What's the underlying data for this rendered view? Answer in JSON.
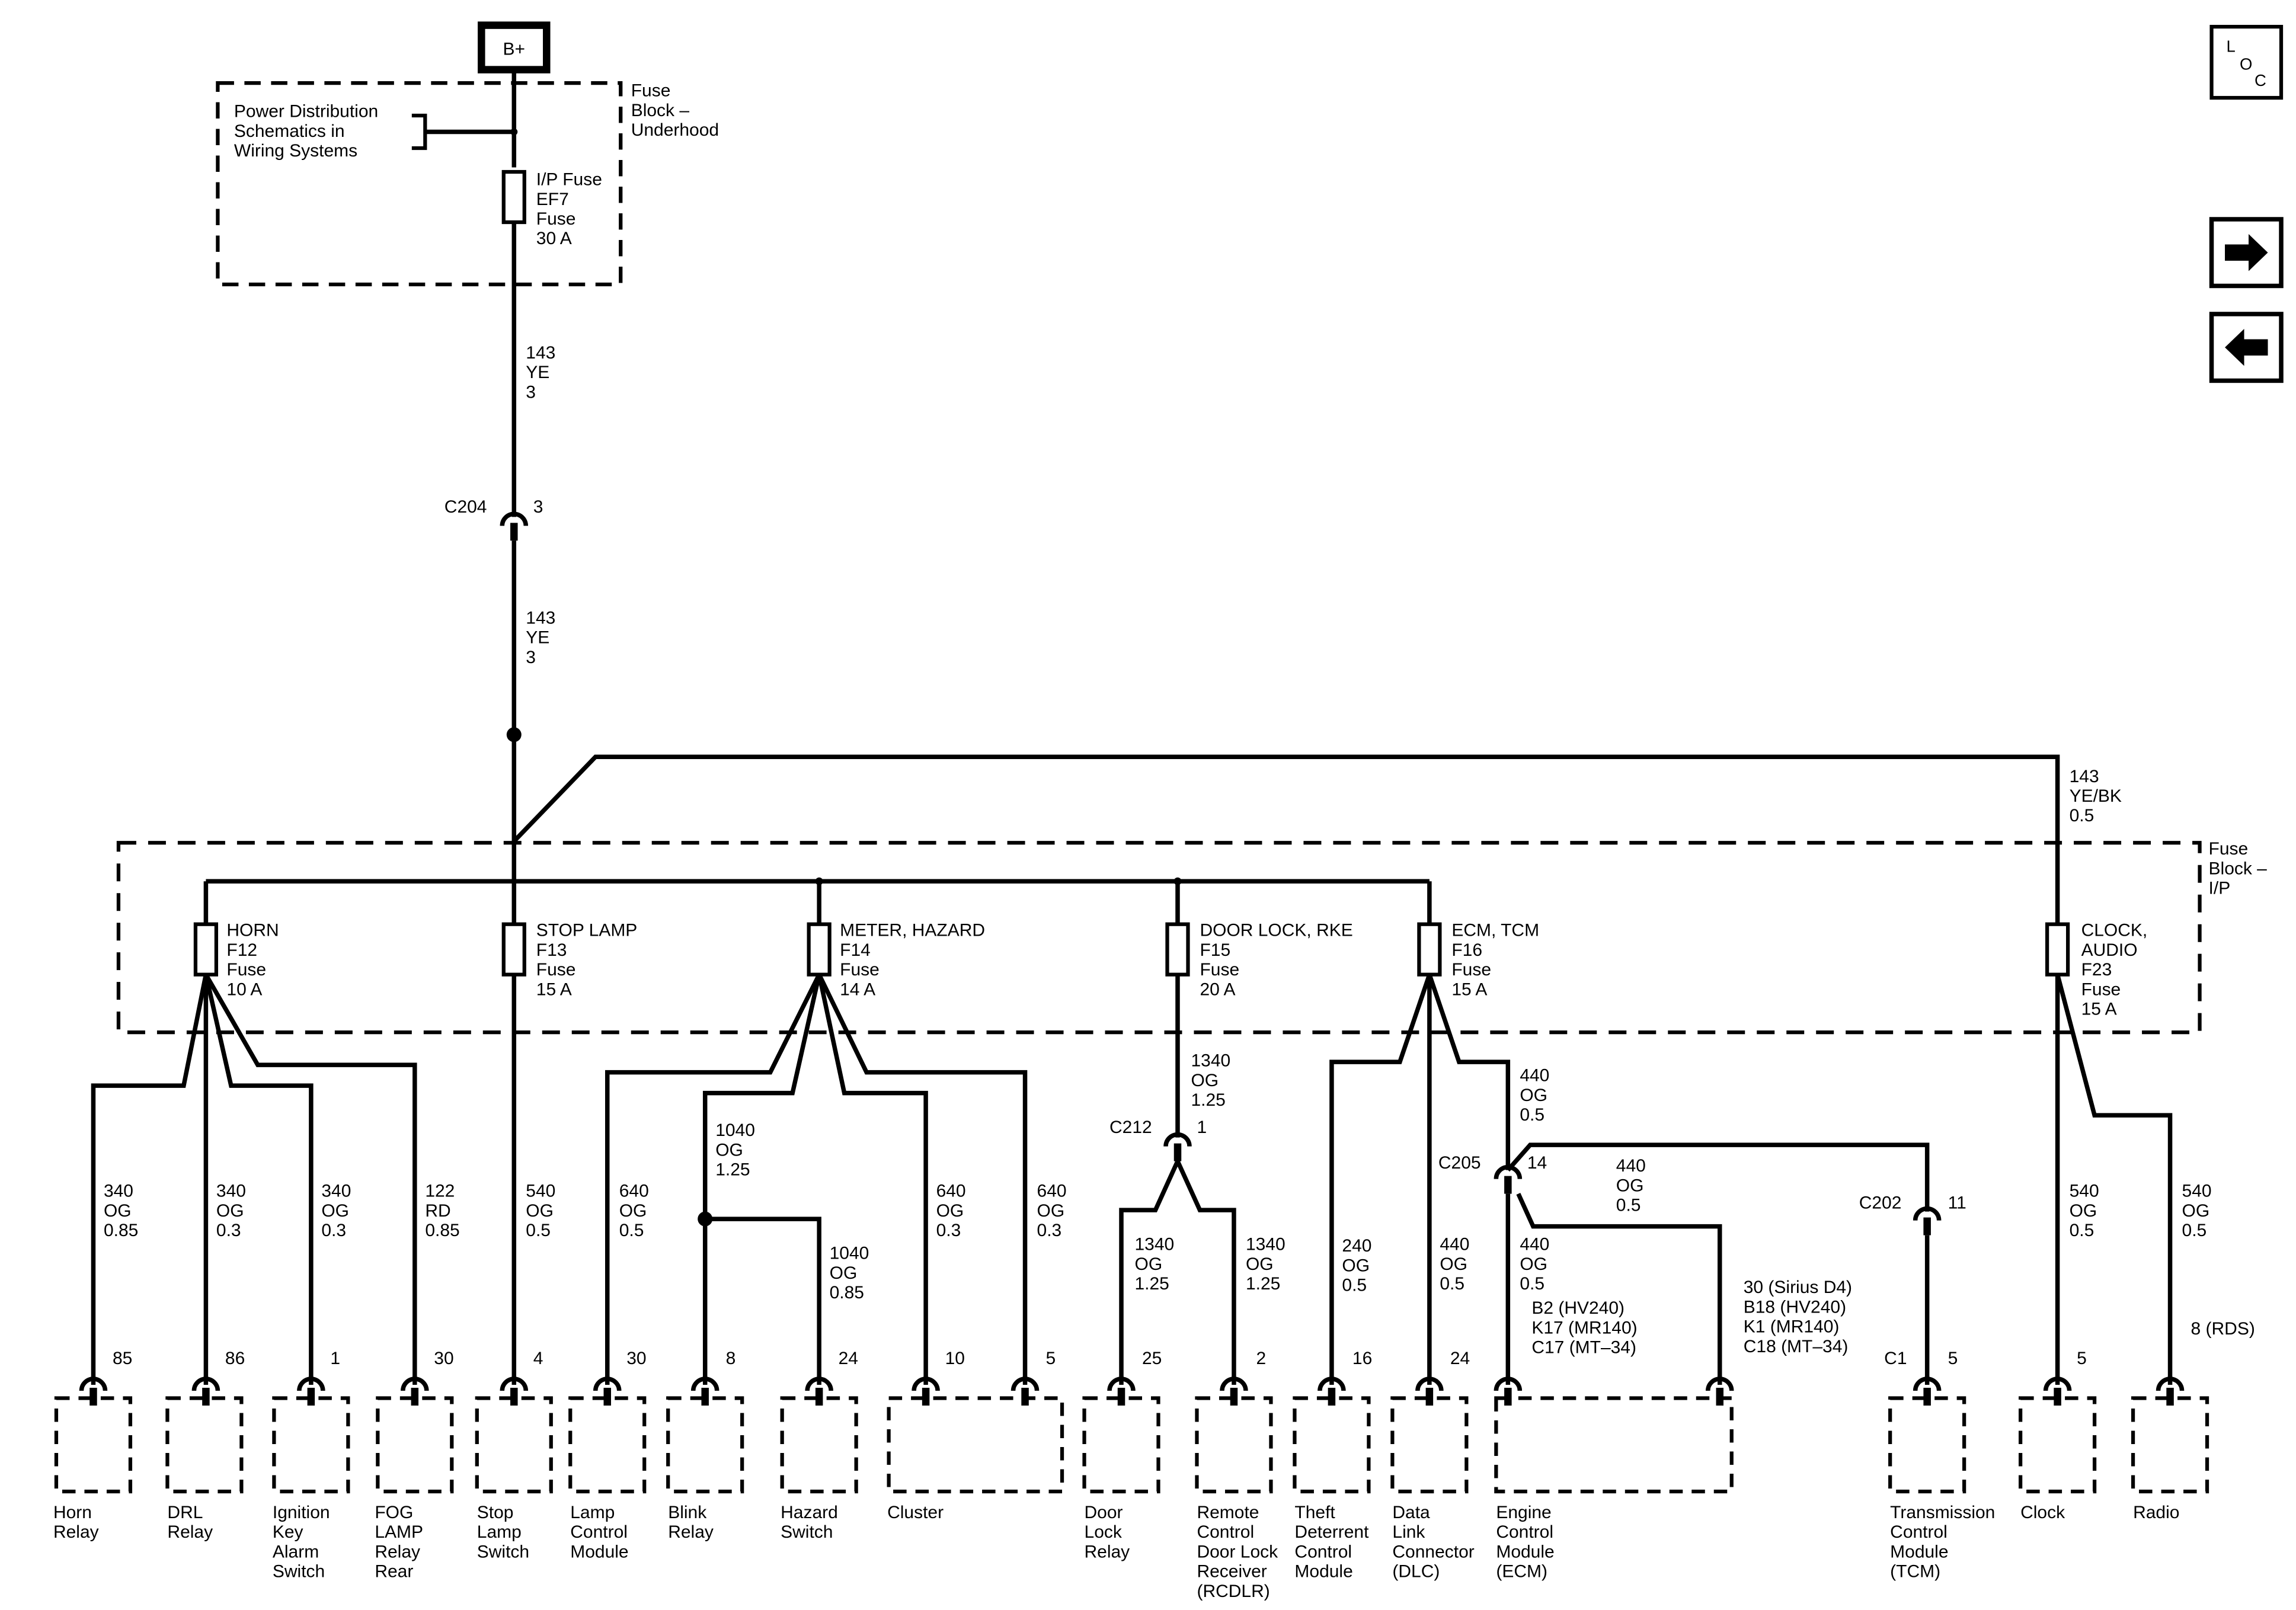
{
  "supply": {
    "label": "B+"
  },
  "nav": {
    "loc_top": "L",
    "loc_mid": "O",
    "loc_bottom": "C"
  },
  "underhood": {
    "title": [
      "Fuse",
      "Block –",
      "Underhood"
    ],
    "schematic_ref": [
      "Power Distribution",
      "Schematics in",
      "Wiring Systems"
    ],
    "fuse": [
      "I/P Fuse",
      "EF7",
      "Fuse",
      "30 A"
    ]
  },
  "main_feed": {
    "wire_upper": [
      "143",
      "YE",
      "3"
    ],
    "connector": "C204",
    "pin": "3",
    "wire_lower": [
      "143",
      "YE",
      "3"
    ],
    "bypass_wire": [
      "143",
      "YE/BK",
      "0.5"
    ]
  },
  "ip_block": {
    "title": [
      "Fuse",
      "Block –",
      "I/P"
    ]
  },
  "fuses": [
    {
      "lines": [
        "HORN",
        "F12",
        "Fuse",
        "10 A"
      ]
    },
    {
      "lines": [
        "STOP LAMP",
        "F13",
        "Fuse",
        "15 A"
      ]
    },
    {
      "lines": [
        "METER, HAZARD",
        "F14",
        "Fuse",
        "14 A"
      ]
    },
    {
      "lines": [
        "DOOR LOCK, RKE",
        "F15",
        "Fuse",
        "20 A"
      ]
    },
    {
      "lines": [
        "ECM, TCM",
        "F16",
        "Fuse",
        "15 A"
      ]
    },
    {
      "lines": [
        "CLOCK,",
        "AUDIO",
        "F23",
        "Fuse",
        "15 A"
      ]
    }
  ],
  "wires": [
    {
      "lines": [
        "340",
        "OG",
        "0.85"
      ]
    },
    {
      "lines": [
        "340",
        "OG",
        "0.3"
      ]
    },
    {
      "lines": [
        "340",
        "OG",
        "0.3"
      ]
    },
    {
      "lines": [
        "122",
        "RD",
        "0.85"
      ]
    },
    {
      "lines": [
        "540",
        "OG",
        "0.5"
      ]
    },
    {
      "lines": [
        "640",
        "OG",
        "0.5"
      ]
    },
    {
      "lines": [
        "1040",
        "OG",
        "1.25"
      ]
    },
    {
      "lines": [
        "1040",
        "OG",
        "0.85"
      ]
    },
    {
      "lines": [
        "640",
        "OG",
        "0.3"
      ]
    },
    {
      "lines": [
        "640",
        "OG",
        "0.3"
      ]
    },
    {
      "lines": [
        "1340",
        "OG",
        "1.25"
      ]
    },
    {
      "lines": [
        "1340",
        "OG",
        "1.25"
      ]
    },
    {
      "lines": [
        "1340",
        "OG",
        "1.25"
      ]
    },
    {
      "lines": [
        "240",
        "OG",
        "0.5"
      ]
    },
    {
      "lines": [
        "440",
        "OG",
        "0.5"
      ]
    },
    {
      "lines": [
        "440",
        "OG",
        "0.5"
      ]
    },
    {
      "lines": [
        "440",
        "OG",
        "0.5"
      ]
    },
    {
      "lines": [
        "440",
        "OG",
        "0.5"
      ]
    },
    {
      "lines": [
        "540",
        "OG",
        "0.5"
      ]
    },
    {
      "lines": [
        "540",
        "OG",
        "0.5"
      ]
    }
  ],
  "inline_connectors": [
    {
      "name": "C212",
      "pin": "1"
    },
    {
      "name": "C205",
      "pin": "14"
    },
    {
      "name": "C202",
      "pin": "11"
    }
  ],
  "pins": [
    "85",
    "86",
    "1",
    "30",
    "4",
    "30",
    "8",
    "24",
    "10",
    "5",
    "25",
    "2",
    "16",
    "24",
    "5",
    "5"
  ],
  "ecm_pins": {
    "left": [
      "B2  (HV240)",
      "K17  (MR140)",
      "C17  (MT–34)"
    ],
    "right": [
      "30  (Sirius D4)",
      "B18  (HV240)",
      "K1  (MR140)",
      "C18  (MT–34)"
    ]
  },
  "tcm_connector": "C1",
  "radio_pin_note": "8  (RDS)",
  "components": [
    {
      "lines": [
        "Horn",
        "Relay"
      ]
    },
    {
      "lines": [
        "DRL",
        "Relay"
      ]
    },
    {
      "lines": [
        "Ignition",
        "Key",
        "Alarm",
        "Switch"
      ]
    },
    {
      "lines": [
        "FOG",
        "LAMP",
        "Relay",
        "Rear"
      ]
    },
    {
      "lines": [
        "Stop",
        "Lamp",
        "Switch"
      ]
    },
    {
      "lines": [
        "Lamp",
        "Control",
        "Module"
      ]
    },
    {
      "lines": [
        "Blink",
        "Relay"
      ]
    },
    {
      "lines": [
        "Hazard",
        "Switch"
      ]
    },
    {
      "lines": [
        "Cluster"
      ]
    },
    {
      "lines": [
        "Door",
        "Lock",
        "Relay"
      ]
    },
    {
      "lines": [
        "Remote",
        "Control",
        "Door Lock",
        "Receiver",
        "(RCDLR)"
      ]
    },
    {
      "lines": [
        "Theft",
        "Deterrent",
        "Control",
        "Module"
      ]
    },
    {
      "lines": [
        "Data",
        "Link",
        "Connector",
        "(DLC)"
      ]
    },
    {
      "lines": [
        "Engine",
        "Control",
        "Module",
        "(ECM)"
      ]
    },
    {
      "lines": [
        "Transmission",
        "Control",
        "Module",
        "(TCM)"
      ]
    },
    {
      "lines": [
        "Clock"
      ]
    },
    {
      "lines": [
        "Radio"
      ]
    }
  ]
}
